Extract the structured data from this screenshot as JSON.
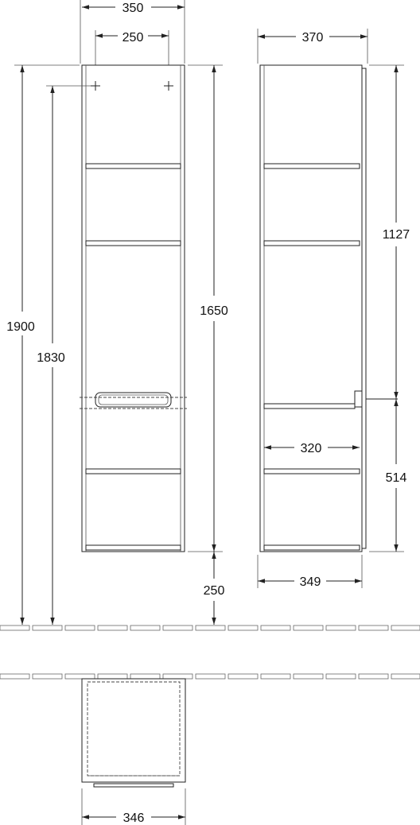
{
  "dimensions": {
    "front_width": "350",
    "hole_spacing": "250",
    "total_height": "1900",
    "mount_height": "1830",
    "cabinet_height": "1650",
    "floor_gap": "250",
    "side_depth": "370",
    "upper_height": "1127",
    "inner_depth": "320",
    "lower_height": "514",
    "side_bottom_depth": "349",
    "plan_width": "346"
  }
}
